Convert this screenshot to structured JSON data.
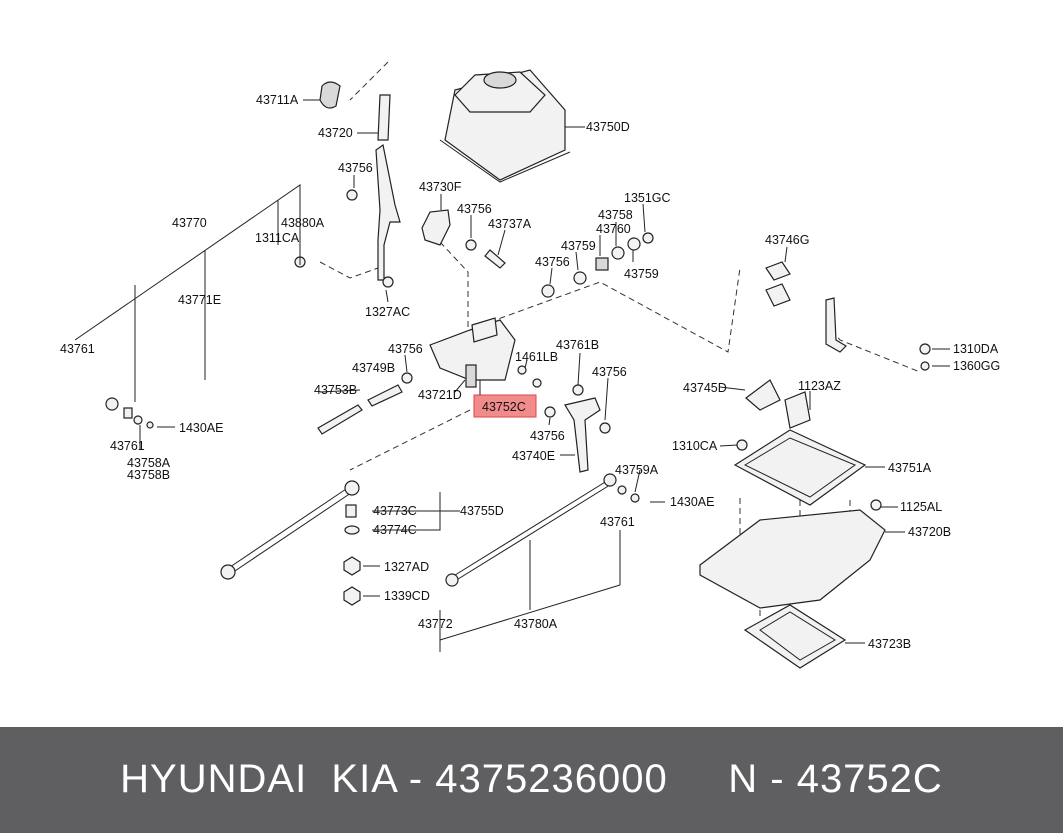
{
  "footer": {
    "text": "HYUNDAI  KIA - 4375236000     N - 43752C"
  },
  "highlight": {
    "label": "43752C",
    "color": "#f28b8b"
  },
  "labels": [
    "43711A",
    "43720",
    "43750D",
    "43756",
    "43730F",
    "43756",
    "43737A",
    "43758",
    "1351GC",
    "43760",
    "43759",
    "43756",
    "43759",
    "43770",
    "43880A",
    "1311CA",
    "43771E",
    "1327AC",
    "43746G",
    "43761",
    "43756",
    "43749B",
    "1461LB",
    "43761B",
    "43756",
    "1310DA",
    "1360GG",
    "43753B",
    "43721D",
    "43745D",
    "1123AZ",
    "43761",
    "1430AE",
    "43756",
    "1310CA",
    "43758A",
    "43758B",
    "43740E",
    "43751A",
    "43759A",
    "1430AE",
    "43773C",
    "43755D",
    "1125AL",
    "43774C",
    "43761",
    "43720B",
    "1327AD",
    "1339CD",
    "43772",
    "43780A",
    "43723B"
  ]
}
